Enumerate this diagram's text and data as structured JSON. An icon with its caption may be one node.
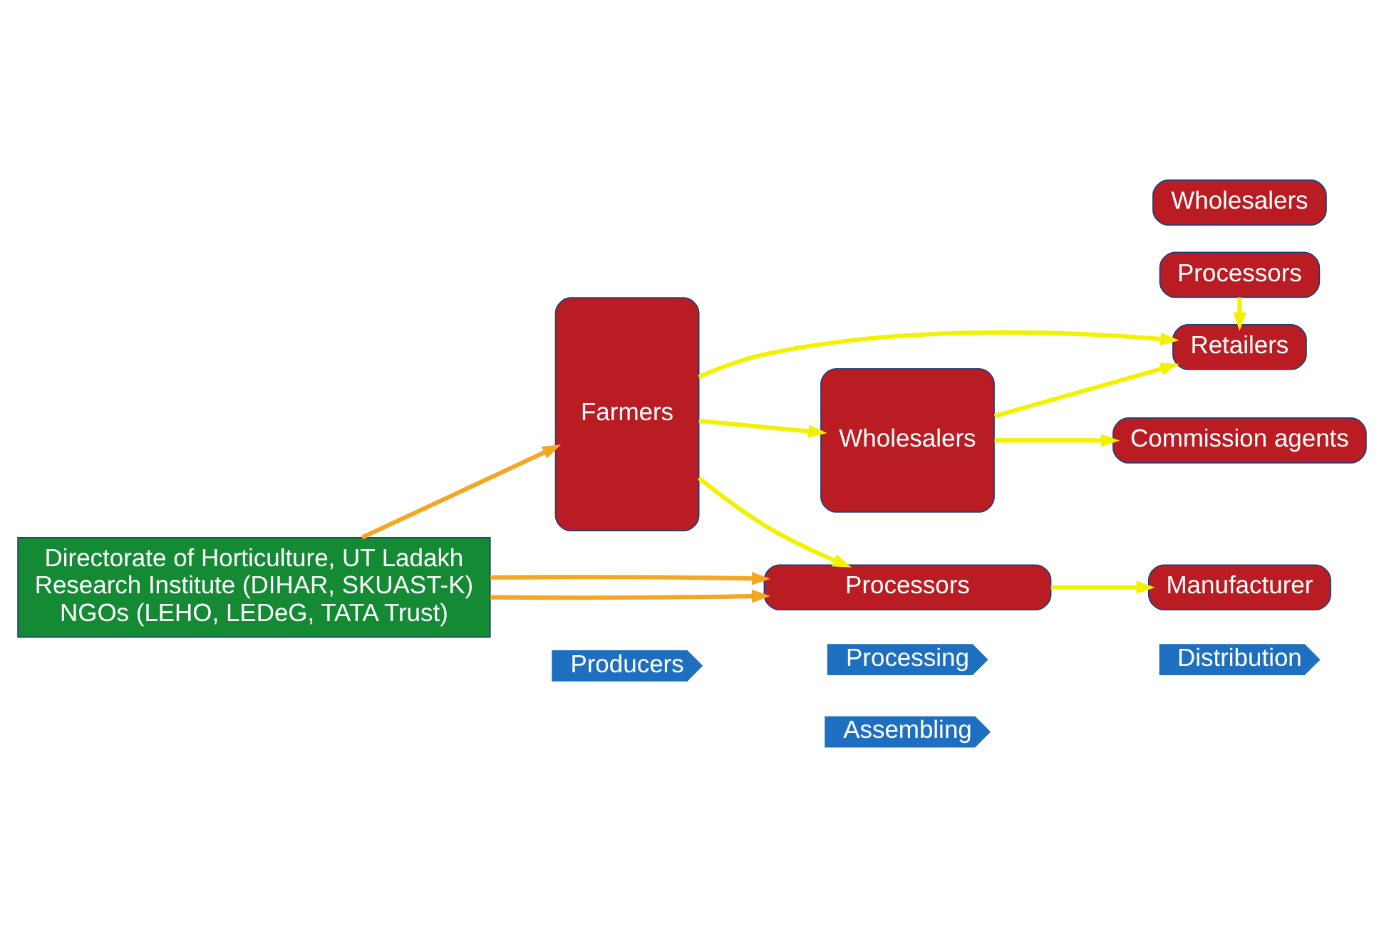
{
  "diagram": {
    "nodes": [
      {
        "text": [
          "Producers"
        ]
      },
      {
        "text": [
          "Assembling"
        ]
      },
      {
        "text": [
          "Processing"
        ]
      },
      {
        "text": [
          "Distribution"
        ]
      },
      {
        "text": [
          "Farmers"
        ]
      },
      {
        "text": [
          "Wholesalers"
        ]
      },
      {
        "text": [
          "Retailers"
        ]
      },
      {
        "text": [
          "Processors"
        ]
      },
      {
        "text": [
          "Commission agents"
        ]
      },
      {
        "text": [
          "Processors"
        ]
      },
      {
        "text": [
          "Manufacturer"
        ]
      },
      {
        "text": [
          "Wholesalers"
        ]
      },
      {
        "text": [
          "Directorate of Horticulture, UT Ladakh",
          "Research Institute (DIHAR, SKUAST-K)",
          "NGOs (LEHO, LEDeG, TATA Trust)"
        ]
      }
    ],
    "edges": [
      {
        "from": 4,
        "to": 6,
        "arrow": "to"
      },
      {
        "from": 5,
        "to": 6,
        "arrow": "to"
      },
      {
        "from": 4,
        "to": 5,
        "arrow": "to"
      },
      {
        "from": 7,
        "to": 6,
        "arrow": "to"
      },
      {
        "from": 5,
        "to": 8,
        "arrow": "to"
      },
      {
        "from": 4,
        "to": 9,
        "arrow": "to"
      },
      {
        "from": 9,
        "to": 10,
        "arrow": "to"
      },
      {
        "from": 12,
        "to": 4,
        "arrow": "to",
        "color": "#f5a623"
      },
      {
        "from": 12,
        "to": 9,
        "arrow": "to",
        "color": "#f5a623"
      },
      {
        "from": 12,
        "to": 9,
        "arrow": "to",
        "color": "#f5a623"
      }
    ]
  }
}
